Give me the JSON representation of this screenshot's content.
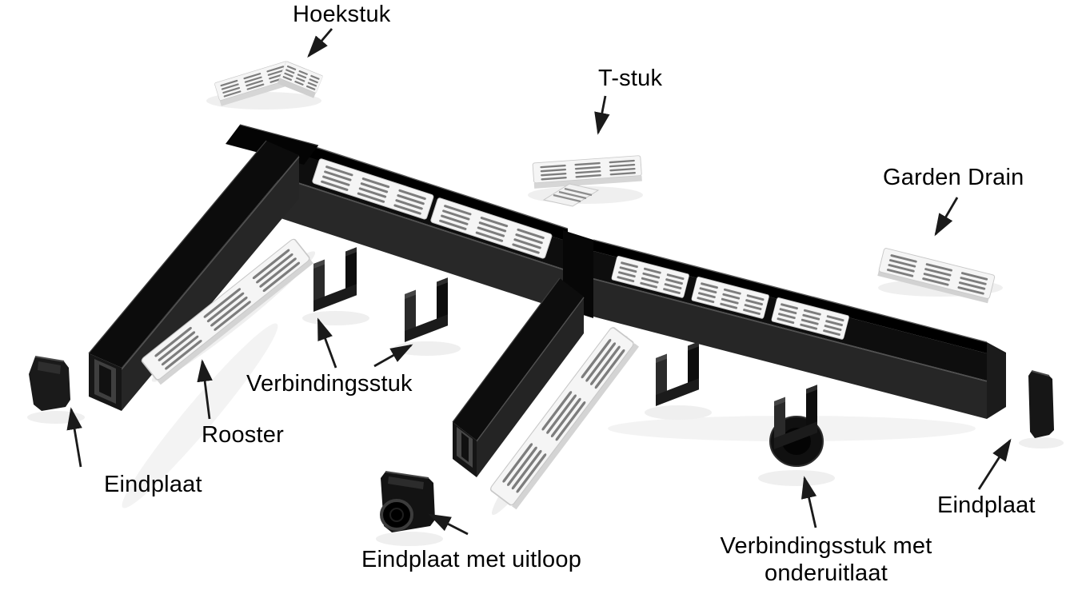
{
  "diagram": {
    "colors": {
      "background": "#ffffff",
      "text": "#000000",
      "channel_black": "#0e0e0e",
      "channel_front": "#262626",
      "grate_white": "#f5f5f5",
      "grate_slot": "#7d7d7d",
      "shadow": "#ededed",
      "arrow": "#1a1a1a"
    },
    "parts": {
      "hoekstuk": {
        "label": "Hoekstuk"
      },
      "t_stuk": {
        "label": "T-stuk"
      },
      "garden_drain": {
        "label": "Garden Drain"
      },
      "verbindingsstuk": {
        "label": "Verbindingsstuk"
      },
      "rooster": {
        "label": "Rooster"
      },
      "eindplaat_left": {
        "label": "Eindplaat"
      },
      "eindplaat_met_uitloop": {
        "label": "Eindplaat met uitloop"
      },
      "verbindingsstuk_met_onderuitlaat": {
        "label": "Verbindingsstuk met onderuitlaat"
      },
      "eindplaat_right": {
        "label": "Eindplaat"
      }
    }
  }
}
